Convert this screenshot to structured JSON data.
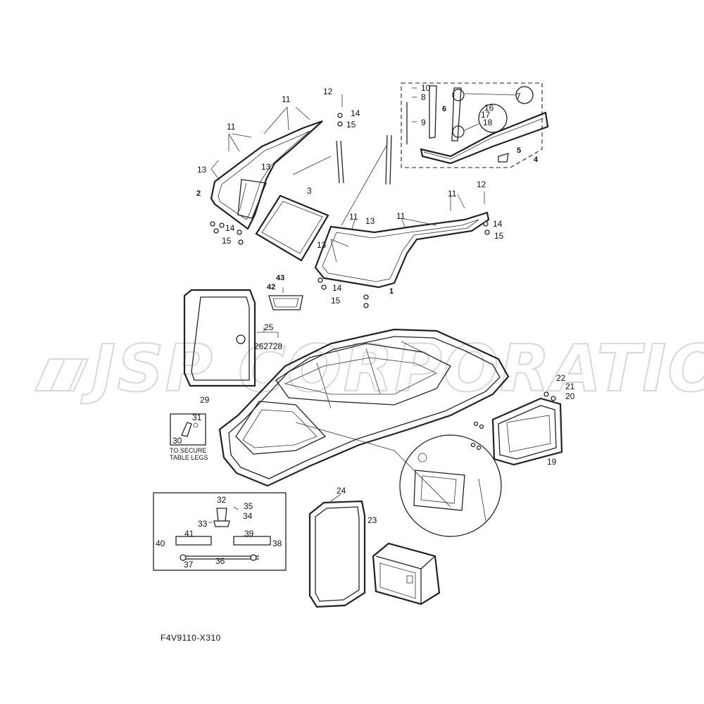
{
  "watermark": {
    "text": "JSP CORPORATION"
  },
  "diagram_code": "F4V9110-X310",
  "note": {
    "line1": "TO SECURE",
    "line2": "TABLE LEGS"
  },
  "callouts": {
    "p1": "1",
    "p2": "2",
    "p3": "3",
    "p4": "4",
    "p5": "5",
    "p6": "6",
    "p7": "7",
    "p8": "8",
    "p9": "9",
    "p10": "10",
    "p11a": "11",
    "p11b": "11",
    "p11c": "11",
    "p11d": "11",
    "p12a": "12",
    "p12b": "12",
    "p13a": "13",
    "p13b": "13",
    "p13c": "13",
    "p13d": "13",
    "p14a": "14",
    "p14b": "14",
    "p14c": "14",
    "p14d": "14",
    "p15a": "15",
    "p15b": "15",
    "p15c": "15",
    "p15d": "15",
    "p16": "16",
    "p17": "17",
    "p18": "18",
    "p19": "19",
    "p20": "20",
    "p21": "21",
    "p22": "22",
    "p23": "23",
    "p24": "24",
    "p25": "25",
    "p26": "262728",
    "p29": "29",
    "p30": "30",
    "p31": "31",
    "p32": "32",
    "p33": "33",
    "p34": "34",
    "p35": "35",
    "p36": "36",
    "p37": "37",
    "p38": "38",
    "p39": "39",
    "p40": "40",
    "p41": "41",
    "p42": "42",
    "p43": "43"
  }
}
